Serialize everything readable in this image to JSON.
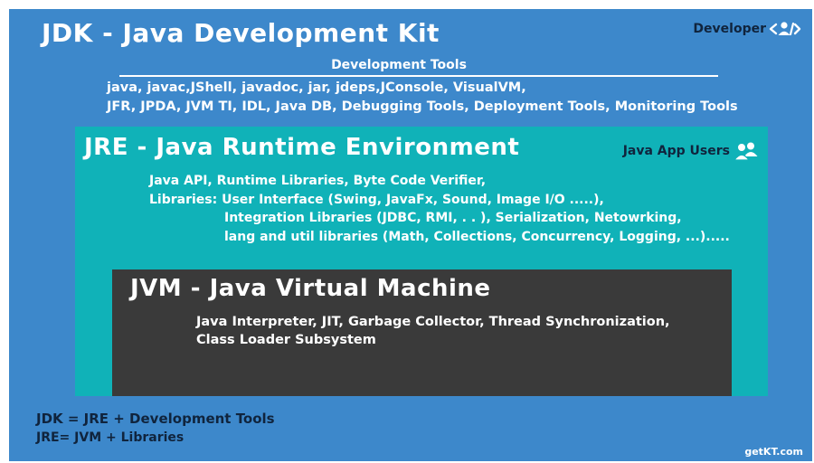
{
  "jdk": {
    "title": "JDK  -  Java Development Kit",
    "developer_label": "Developer",
    "developer_icon": "developer-code-icon",
    "dev_tools_label": "Development Tools",
    "dev_tools_line1": "java, javac,JShell,  javadoc, jar, jdeps,JConsole, VisualVM,",
    "dev_tools_line2": "JFR, JPDA, JVM TI, IDL, Java DB, Debugging Tools, Deployment Tools, Monitoring Tools"
  },
  "jre": {
    "title": "JRE  -  Java Runtime Environment",
    "users_label": "Java App Users",
    "users_icon": "users-icon",
    "line1": "Java API, Runtime Libraries, Byte Code Verifier,",
    "line2": "Libraries: User Interface (Swing, JavaFx, Sound, Image I/O .....),",
    "line3": "Integration Libraries (JDBC, RMI, . . ), Serialization, Netowrking,",
    "line4": "lang and util libraries (Math, Collections, Concurrency, Logging, ...)....."
  },
  "jvm": {
    "title": "JVM  -  Java Virtual Machine",
    "line1": "Java Interpreter, JIT, Garbage Collector, Thread Synchronization,",
    "line2": "Class Loader Subsystem"
  },
  "formulas": {
    "jdk": "JDK = JRE + Development Tools",
    "jre": "JRE= JVM + Libraries"
  },
  "brand": "getKT.com",
  "colors": {
    "jdk_bg": "#3d88cb",
    "jre_bg": "#10b2b8",
    "jvm_bg": "#3a3a3a",
    "dark_text": "#10243d"
  }
}
